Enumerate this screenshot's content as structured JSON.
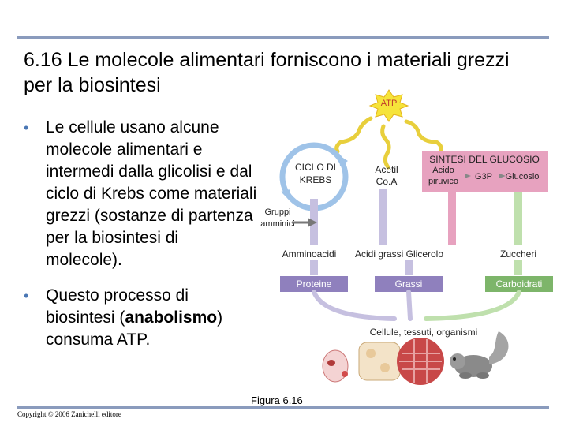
{
  "title": "6.16 Le molecole alimentari forniscono i materiali grezzi per la biosintesi",
  "bullets": {
    "b1_text": "Le cellule usano alcune molecole alimentari e intermedi dalla glicolisi e dal ciclo di Krebs come materiali grezzi (sostanze di partenza per la biosintesi di molecole).",
    "b2_before": "Questo processo di biosintesi (",
    "b2_bold": "anabolismo",
    "b2_after": ") consuma ATP."
  },
  "figure": {
    "atp": "ATP",
    "krebs_line1": "CICLO DI",
    "krebs_line2": "KREBS",
    "acetil_line1": "Acetil",
    "acetil_line2": "Co.A",
    "sintesi_title": "SINTESI DEL GLUCOSIO",
    "acido_line1": "Acido",
    "acido_line2": "piruvico",
    "g3p": "G3P",
    "glucosio": "Glucosio",
    "gruppi_line1": "Gruppi",
    "gruppi_line2": "amminici",
    "amminoacidi": "Amminoacidi",
    "acidi_glicerolo": "Acidi grassi Glicerolo",
    "zuccheri": "Zuccheri",
    "proteine": "Proteine",
    "grassi": "Grassi",
    "carboidrati": "Carboidrati",
    "cellule": "Cellule, tessuti, organismi",
    "caption": "Figura 6.16"
  },
  "copyright": "Copyright © 2006 Zanichelli editore",
  "colors": {
    "title_rule": "#8a9bbd",
    "bullet": "#4a77b4",
    "pink_box": "#e7a2bf",
    "purple": "#8f80bd",
    "lavender": "#c6c0e0",
    "green": "#7db56a",
    "green_light": "#bfe0ad",
    "atp_star": "#f6e43a",
    "krebs_cycle": "#9fc3e8"
  }
}
